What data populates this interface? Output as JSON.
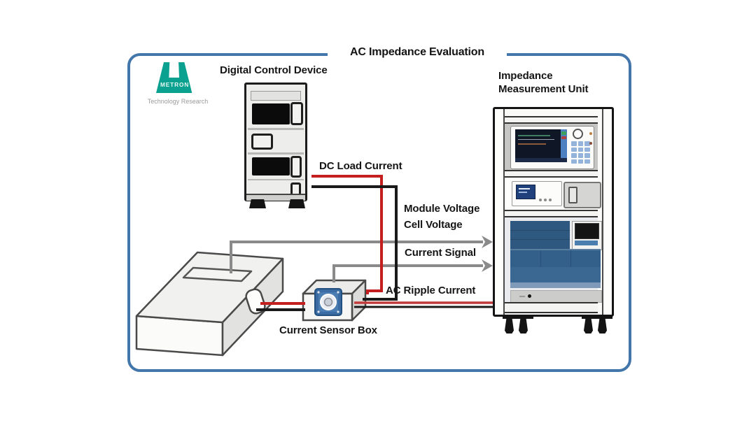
{
  "diagram": {
    "title": "AC Impedance Evaluation"
  },
  "logo": {
    "name": "METRON",
    "subtitle": "Technology Research",
    "color": "#0aa191"
  },
  "labels": {
    "digital_control_device": "Digital Control Device",
    "impedance_measurement_unit": "Impedance Measurement Unit",
    "current_sensor_box": "Current Sensor Box",
    "dc_load_current": "DC Load Current",
    "module_voltage": "Module Voltage",
    "cell_voltage": "Cell Voltage",
    "current_signal": "Current Signal",
    "ac_ripple_current": "AC Ripple Current"
  },
  "colors": {
    "panel_border": "#4377ac",
    "wire_red": "#c41e1e",
    "wire_dark": "#1a1a1a",
    "wire_gray": "#8a8a8a",
    "rack_blue": "#33608b",
    "screen_navy": "#0f1727"
  }
}
